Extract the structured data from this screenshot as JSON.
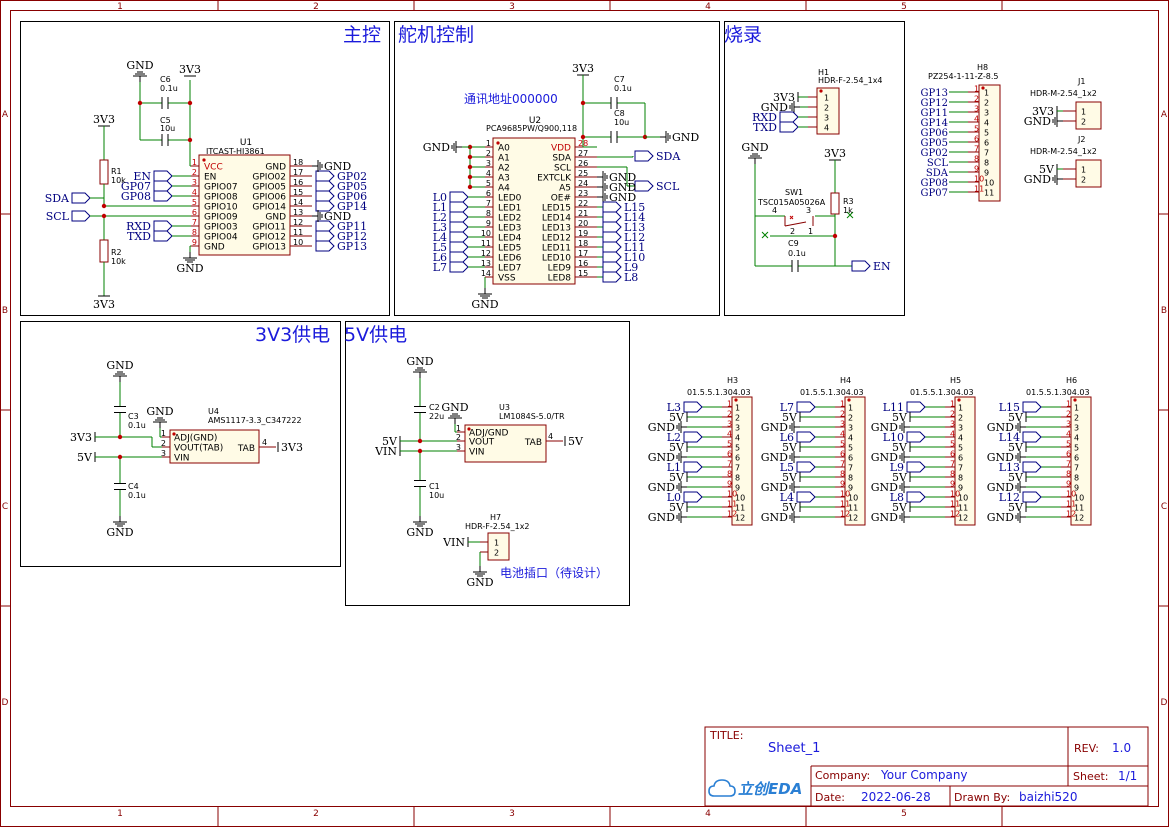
{
  "frame": {
    "col_labels": [
      "1",
      "2",
      "3",
      "4",
      "5"
    ],
    "row_labels": [
      "A",
      "B",
      "C",
      "D"
    ],
    "colors": {
      "border": "#8b0000",
      "wire": "#008000",
      "symbol": "#880000",
      "net": "#000080",
      "title": "#1b1bdb"
    }
  },
  "sections": {
    "main": "主控",
    "servo": "舵机控制",
    "burn": "烧录",
    "p3v3": "3V3供电",
    "p5v": "5V供电"
  },
  "notes": {
    "address": "通讯地址000000",
    "battery": "电池插口（待设计）"
  },
  "nets": {
    "gnd": "GND",
    "v33": "3V3",
    "v5": "5V",
    "vin": "VIN",
    "sda": "SDA",
    "scl": "SCL",
    "en": "EN",
    "rxd": "RXD",
    "txd": "TXD",
    "gp07": "GP07",
    "gp08": "GP08"
  },
  "u1": {
    "ref": "U1",
    "value": "ITCAST-HI3861",
    "left_pins": [
      {
        "num": "1",
        "name": "VCC"
      },
      {
        "num": "2",
        "name": "EN"
      },
      {
        "num": "3",
        "name": "GPIO07"
      },
      {
        "num": "4",
        "name": "GPIO08"
      },
      {
        "num": "5",
        "name": "GPIO10"
      },
      {
        "num": "6",
        "name": "GPIO09"
      },
      {
        "num": "7",
        "name": "GPIO03"
      },
      {
        "num": "8",
        "name": "GPIO04"
      },
      {
        "num": "9",
        "name": "GND"
      }
    ],
    "right_pins": [
      {
        "num": "18",
        "name": "GND",
        "net": "GND"
      },
      {
        "num": "17",
        "name": "GPIO02",
        "net": "GP02"
      },
      {
        "num": "16",
        "name": "GPIO05",
        "net": "GP05"
      },
      {
        "num": "15",
        "name": "GPIO06",
        "net": "GP06"
      },
      {
        "num": "14",
        "name": "GPIO14",
        "net": "GP14"
      },
      {
        "num": "13",
        "name": "GND",
        "net": "GND"
      },
      {
        "num": "12",
        "name": "GPIO11",
        "net": "GP11"
      },
      {
        "num": "11",
        "name": "GPIO12",
        "net": "GP12"
      },
      {
        "num": "10",
        "name": "GPIO13",
        "net": "GP13"
      }
    ]
  },
  "u1_passives": {
    "c6": {
      "ref": "C6",
      "value": "0.1u"
    },
    "c5": {
      "ref": "C5",
      "value": "10u"
    },
    "r1": {
      "ref": "R1",
      "value": "10k"
    },
    "r2": {
      "ref": "R2",
      "value": "10k"
    }
  },
  "u2": {
    "ref": "U2",
    "value": "PCA9685PW/Q900,118",
    "left_pins": [
      {
        "num": "1",
        "name": "A0"
      },
      {
        "num": "2",
        "name": "A1"
      },
      {
        "num": "3",
        "name": "A2"
      },
      {
        "num": "4",
        "name": "A3"
      },
      {
        "num": "5",
        "name": "A4"
      },
      {
        "num": "6",
        "name": "LED0",
        "net": "L0"
      },
      {
        "num": "7",
        "name": "LED1",
        "net": "L1"
      },
      {
        "num": "8",
        "name": "LED2",
        "net": "L2"
      },
      {
        "num": "9",
        "name": "LED3",
        "net": "L3"
      },
      {
        "num": "10",
        "name": "LED4",
        "net": "L4"
      },
      {
        "num": "11",
        "name": "LED5",
        "net": "L5"
      },
      {
        "num": "12",
        "name": "LED6",
        "net": "L6"
      },
      {
        "num": "13",
        "name": "LED7",
        "net": "L7"
      },
      {
        "num": "14",
        "name": "VSS"
      }
    ],
    "right_pins": [
      {
        "num": "28",
        "name": "VDD"
      },
      {
        "num": "27",
        "name": "SDA",
        "net": "SDA"
      },
      {
        "num": "26",
        "name": "SCL",
        "net": "SCL"
      },
      {
        "num": "25",
        "name": "EXTCLK",
        "net": "GND"
      },
      {
        "num": "24",
        "name": "A5",
        "net": "GND"
      },
      {
        "num": "23",
        "name": "OE#",
        "net": "GND"
      },
      {
        "num": "22",
        "name": "LED15",
        "net": "L15"
      },
      {
        "num": "21",
        "name": "LED14",
        "net": "L14"
      },
      {
        "num": "20",
        "name": "LED13",
        "net": "L13"
      },
      {
        "num": "19",
        "name": "LED12",
        "net": "L12"
      },
      {
        "num": "18",
        "name": "LED11",
        "net": "L11"
      },
      {
        "num": "17",
        "name": "LED10",
        "net": "L10"
      },
      {
        "num": "16",
        "name": "LED9",
        "net": "L9"
      },
      {
        "num": "15",
        "name": "LED8",
        "net": "L8"
      }
    ]
  },
  "u2_passives": {
    "c7": {
      "ref": "C7",
      "value": "0.1u"
    },
    "c8": {
      "ref": "C8",
      "value": "10u"
    }
  },
  "h1": {
    "ref": "H1",
    "value": "HDR-F-2.54_1x4",
    "pins": [
      "1",
      "2",
      "3",
      "4"
    ],
    "nets": [
      "3V3",
      "GND",
      "RXD",
      "TXD"
    ]
  },
  "sw1": {
    "ref": "SW1",
    "value": "TSC015A05026A",
    "pins": [
      "4",
      "3",
      "2",
      "1"
    ]
  },
  "r3": {
    "ref": "R3",
    "value": "1k"
  },
  "c9": {
    "ref": "C9",
    "value": "0.1u"
  },
  "h8": {
    "ref": "H8",
    "value": "PZ254-1-11-Z-8.5",
    "nets": [
      "GP13",
      "GP12",
      "GP11",
      "GP14",
      "GP06",
      "GP05",
      "GP02",
      "SCL",
      "SDA",
      "GP08",
      "GP07"
    ],
    "pins": [
      "1",
      "2",
      "3",
      "4",
      "5",
      "6",
      "7",
      "8",
      "9",
      "10",
      "11"
    ]
  },
  "j1": {
    "ref": "J1",
    "value": "HDR-M-2.54_1x2",
    "nets": [
      "3V3",
      "GND"
    ],
    "pins": [
      "1",
      "2"
    ]
  },
  "j2": {
    "ref": "J2",
    "value": "HDR-M-2.54_1x2",
    "nets": [
      "5V",
      "GND"
    ],
    "pins": [
      "1",
      "2"
    ]
  },
  "u4": {
    "ref": "U4",
    "value": "AMS1117-3.3_C347222",
    "pins": [
      {
        "num": "1",
        "name": "ADJ(GND)"
      },
      {
        "num": "2",
        "name": "VOUT(TAB)"
      },
      {
        "num": "3",
        "name": "VIN"
      },
      {
        "num": "4",
        "name": "TAB"
      }
    ]
  },
  "p3v3_passives": {
    "c3": {
      "ref": "C3",
      "value": "0.1u"
    },
    "c4": {
      "ref": "C4",
      "value": "0.1u"
    }
  },
  "u3": {
    "ref": "U3",
    "value": "LM1084S-5.0/TR",
    "pins": [
      {
        "num": "1",
        "name": "ADJ/GND"
      },
      {
        "num": "2",
        "name": "VOUT"
      },
      {
        "num": "3",
        "name": "VIN"
      },
      {
        "num": "4",
        "name": "TAB"
      }
    ]
  },
  "p5v_passives": {
    "c2": {
      "ref": "C2",
      "value": "22u"
    },
    "c1": {
      "ref": "C1",
      "value": "10u"
    }
  },
  "h7": {
    "ref": "H7",
    "value": "HDR-F-2.54_1x2",
    "pins": [
      "1",
      "2"
    ],
    "nets": [
      "VIN",
      "GND"
    ]
  },
  "servo_headers": [
    {
      "ref": "H3",
      "value": "01.5.5.1.304.03",
      "signals": [
        "L3",
        "L2",
        "L1",
        "L0"
      ]
    },
    {
      "ref": "H4",
      "value": "01.5.5.1.304.03",
      "signals": [
        "L7",
        "L6",
        "L5",
        "L4"
      ]
    },
    {
      "ref": "H5",
      "value": "01.5.5.1.304.03",
      "signals": [
        "L11",
        "L10",
        "L9",
        "L8"
      ]
    },
    {
      "ref": "H6",
      "value": "01.5.5.1.304.03",
      "signals": [
        "L15",
        "L14",
        "L13",
        "L12"
      ]
    }
  ],
  "header_pin_numbers": [
    "1",
    "2",
    "3",
    "4",
    "5",
    "6",
    "7",
    "8",
    "9",
    "10",
    "11",
    "12"
  ],
  "title_block": {
    "title_label": "TITLE:",
    "title": "Sheet_1",
    "rev_label": "REV:",
    "rev": "1.0",
    "company_label": "Company:",
    "company": "Your Company",
    "sheet_label": "Sheet:",
    "sheet": "1/1",
    "date_label": "Date:",
    "date": "2022-06-28",
    "drawn_label": "Drawn By:",
    "drawn": "baizhi520",
    "logo_text": "立创EDA"
  }
}
